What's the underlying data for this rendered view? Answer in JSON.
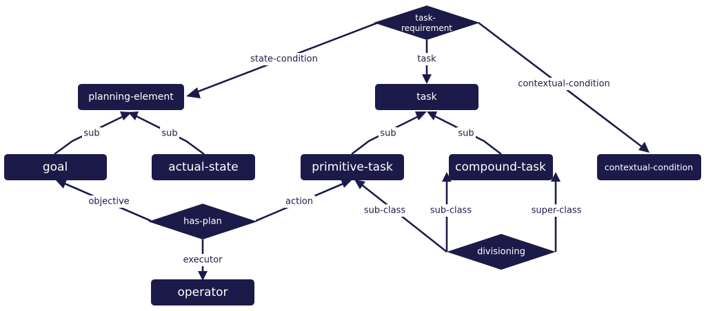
{
  "colors": {
    "node_fill": "#1c1a48",
    "node_text": "#ffffff",
    "edge": "#1c1a48",
    "label_text": "#1c1a48"
  },
  "nodes": {
    "task_requirement": "task-\nrequirement",
    "planning_element": "planning-element",
    "task": "task",
    "goal": "goal",
    "actual_state": "actual-state",
    "primitive_task": "primitive-task",
    "compound_task": "compound-task",
    "contextual_condition": "contextual-condition",
    "has_plan": "has-plan",
    "divisioning": "divisioning",
    "operator": "operator"
  },
  "edges": {
    "state_condition": "state-condition",
    "task": "task",
    "contextual_condition": "contextual-condition",
    "sub_goal": "sub",
    "sub_actual_state": "sub",
    "sub_primitive_task": "sub",
    "sub_compound_task": "sub",
    "objective": "objective",
    "action": "action",
    "executor": "executor",
    "sub_class_primitive": "sub-class",
    "sub_class_compound": "sub-class",
    "super_class": "super-class"
  }
}
